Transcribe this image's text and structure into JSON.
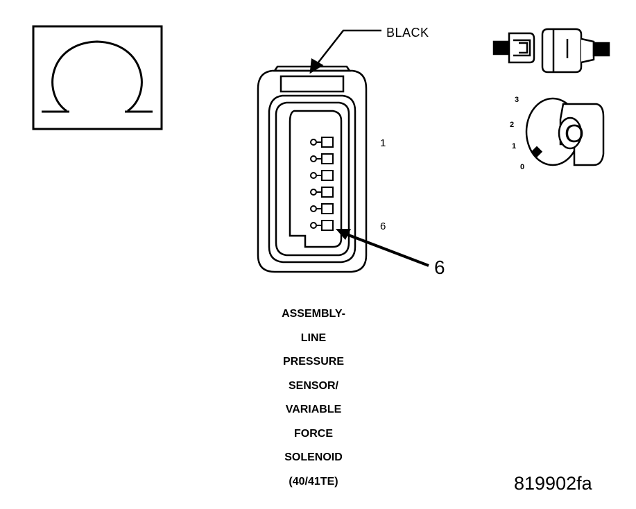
{
  "diagram": {
    "wire_color_label": "BLACK",
    "pin_labels": {
      "first": "1",
      "last": "6"
    },
    "callout": "6",
    "ignition_positions": [
      "3",
      "2",
      "1",
      "0"
    ],
    "key_symbol": "O",
    "caption_lines": [
      "ASSEMBLY-",
      "LINE",
      "PRESSURE",
      "SENSOR/",
      "VARIABLE",
      "FORCE",
      "SOLENOID",
      "(40/41TE)"
    ],
    "figure_id": "819902fa",
    "icons": {
      "ohmmeter": "ohm-symbol-icon",
      "disconnect": "unplugged-connector-icon",
      "ignition": "ignition-key-icon"
    }
  }
}
